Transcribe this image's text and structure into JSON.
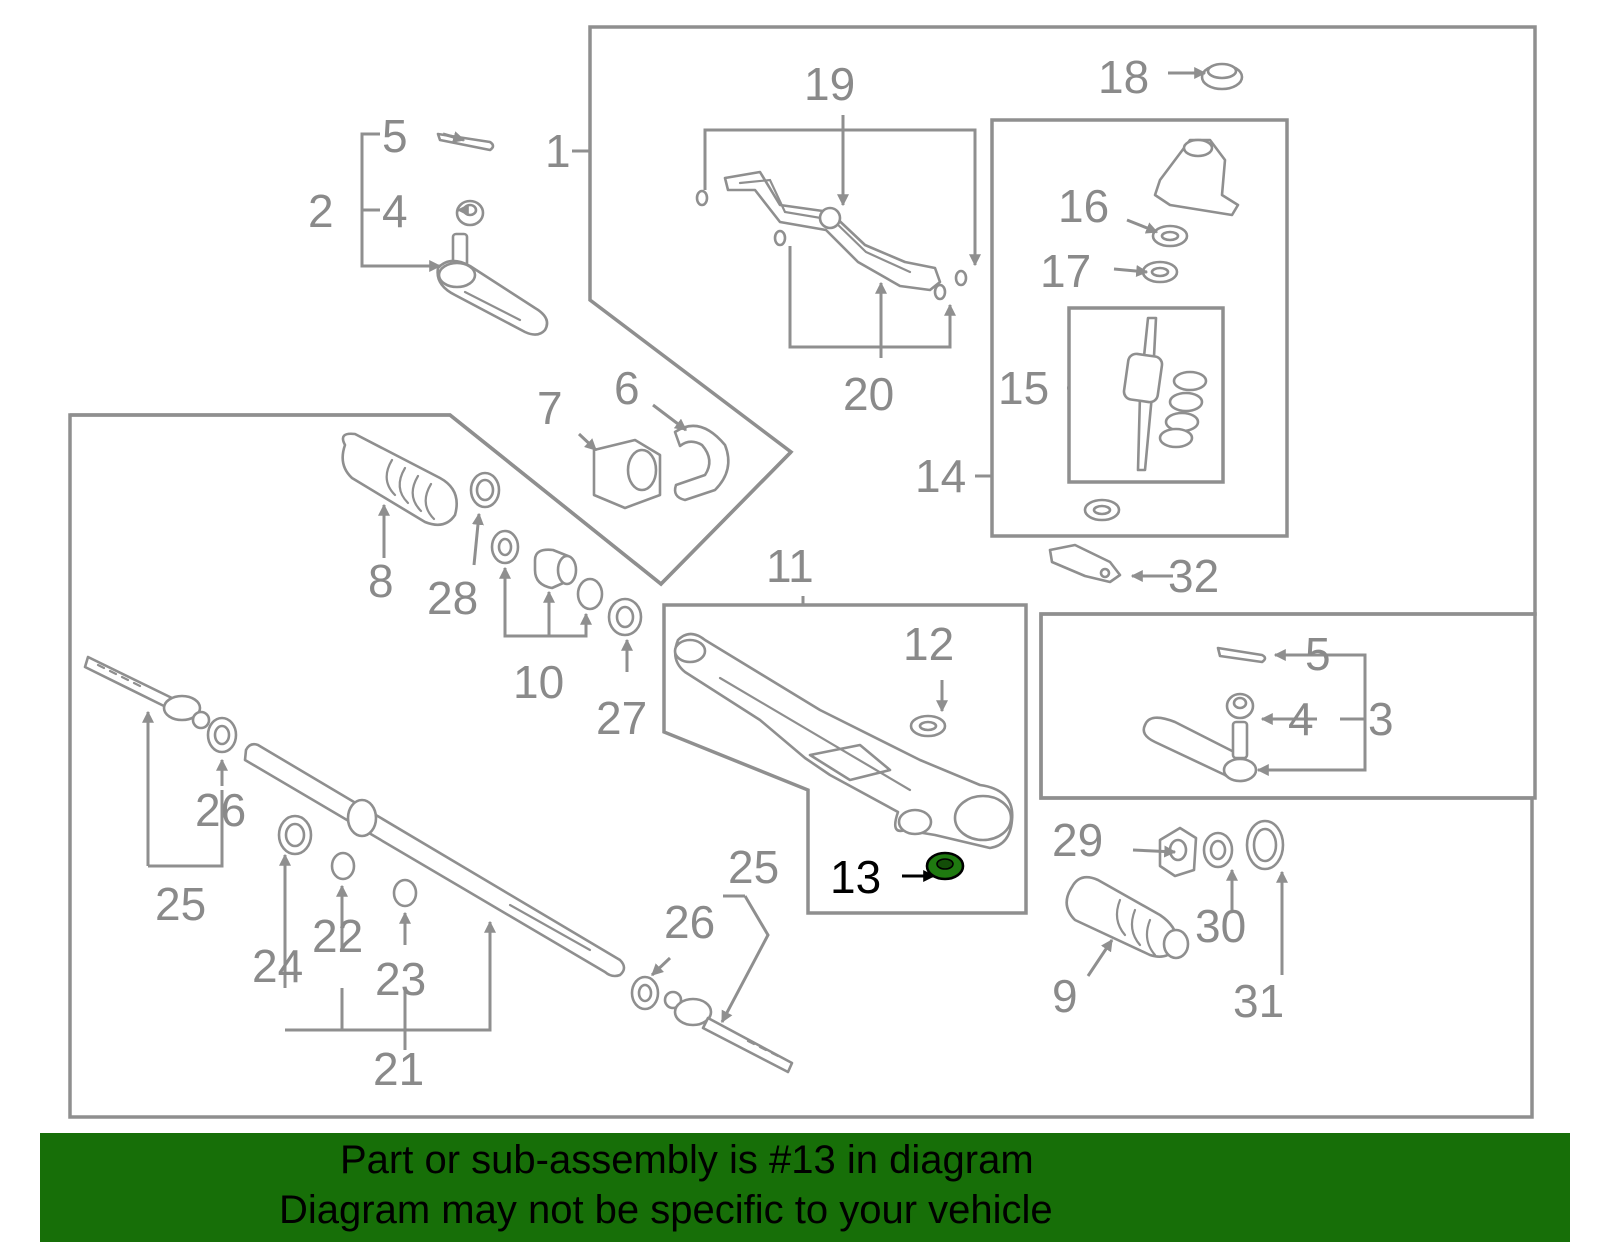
{
  "diagram": {
    "callouts": [
      "1",
      "2",
      "3",
      "4",
      "4",
      "5",
      "5",
      "6",
      "7",
      "8",
      "9",
      "10",
      "11",
      "12",
      "13",
      "14",
      "15",
      "16",
      "17",
      "18",
      "19",
      "20",
      "21",
      "22",
      "23",
      "24",
      "25",
      "25",
      "26",
      "26",
      "27",
      "28",
      "29",
      "30",
      "31",
      "32"
    ],
    "highlighted_part": "13",
    "highlight_color": "#1f7a10",
    "line_color": "#8f8f8f"
  },
  "banner": {
    "line1": "Part or sub-assembly is #13 in diagram",
    "line2": "Diagram may not be specific to your vehicle",
    "background": "#176f08"
  }
}
